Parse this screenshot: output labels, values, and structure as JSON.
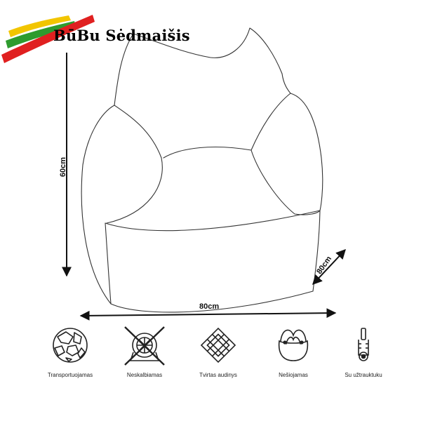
{
  "brand": {
    "name": "BūBu Sėdmaišis",
    "flag_colors": [
      "#f2c500",
      "#2e9b2e",
      "#e02020"
    ]
  },
  "dimensions": {
    "height": "60cm",
    "width": "80cm",
    "depth": "80cm"
  },
  "features": [
    {
      "label": "Transportuojamas",
      "icon": "stone-ball-icon"
    },
    {
      "label": "Neskalbiamas",
      "icon": "no-wash-icon"
    },
    {
      "label": "Tvirtas audinys",
      "icon": "woven-fabric-icon"
    },
    {
      "label": "Nešiojamas",
      "icon": "carry-bag-icon"
    },
    {
      "label": "Su užtrauktuku",
      "icon": "zipper-icon"
    }
  ]
}
